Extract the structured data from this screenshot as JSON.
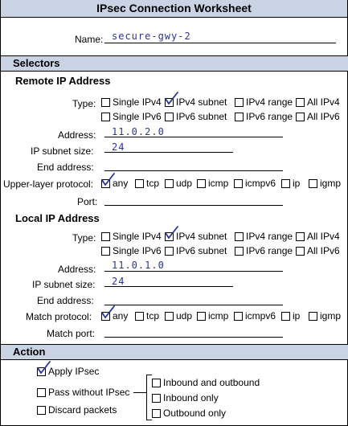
{
  "title": "IPsec Connection Worksheet",
  "name_label": "Name:",
  "name_value": "secure-gwy-2",
  "sections": {
    "selectors": "Selectors",
    "action": "Action"
  },
  "remote": {
    "heading": "Remote IP Address",
    "type_label": "Type:",
    "type_opts": [
      "Single IPv4",
      "IPv4 subnet",
      "IPv4 range",
      "All IPv4",
      "Single IPv6",
      "IPv6 subnet",
      "IPv6 range",
      "All IPv6"
    ],
    "checked_type": "IPv4 subnet",
    "address_label": "Address:",
    "address_value": "11.0.2.0",
    "subnet_label": "IP subnet size:",
    "subnet_value": "24",
    "end_label": "End address:",
    "proto_label": "Upper-layer protocol:",
    "proto_opts": [
      "any",
      "tcp",
      "udp",
      "icmp",
      "icmpv6",
      "ip",
      "igmp"
    ],
    "checked_proto": "any",
    "port_label": "Port:"
  },
  "local": {
    "heading": "Local IP Address",
    "type_label": "Type:",
    "type_opts": [
      "Single IPv4",
      "IPv4 subnet",
      "IPv4 range",
      "All IPv4",
      "Single IPv6",
      "IPv6 subnet",
      "IPv6 range",
      "All IPv6"
    ],
    "checked_type": "IPv4 subnet",
    "address_label": "Address:",
    "address_value": "11.0.1.0",
    "subnet_label": "IP subnet size:",
    "subnet_value": "24",
    "end_label": "End address:",
    "proto_label": "Match protocol:",
    "proto_opts": [
      "any",
      "tcp",
      "udp",
      "icmp",
      "icmpv6",
      "ip",
      "igmp"
    ],
    "checked_proto": "any",
    "port_label": "Match port:"
  },
  "action": {
    "apply": "Apply IPsec",
    "apply_checked": true,
    "pass": "Pass without IPsec",
    "discard": "Discard packets",
    "directions": [
      "Inbound and outbound",
      "Inbound only",
      "Outbound only"
    ]
  },
  "colors": {
    "band": "#c9d3e4",
    "handwriting": "#2a3590"
  }
}
